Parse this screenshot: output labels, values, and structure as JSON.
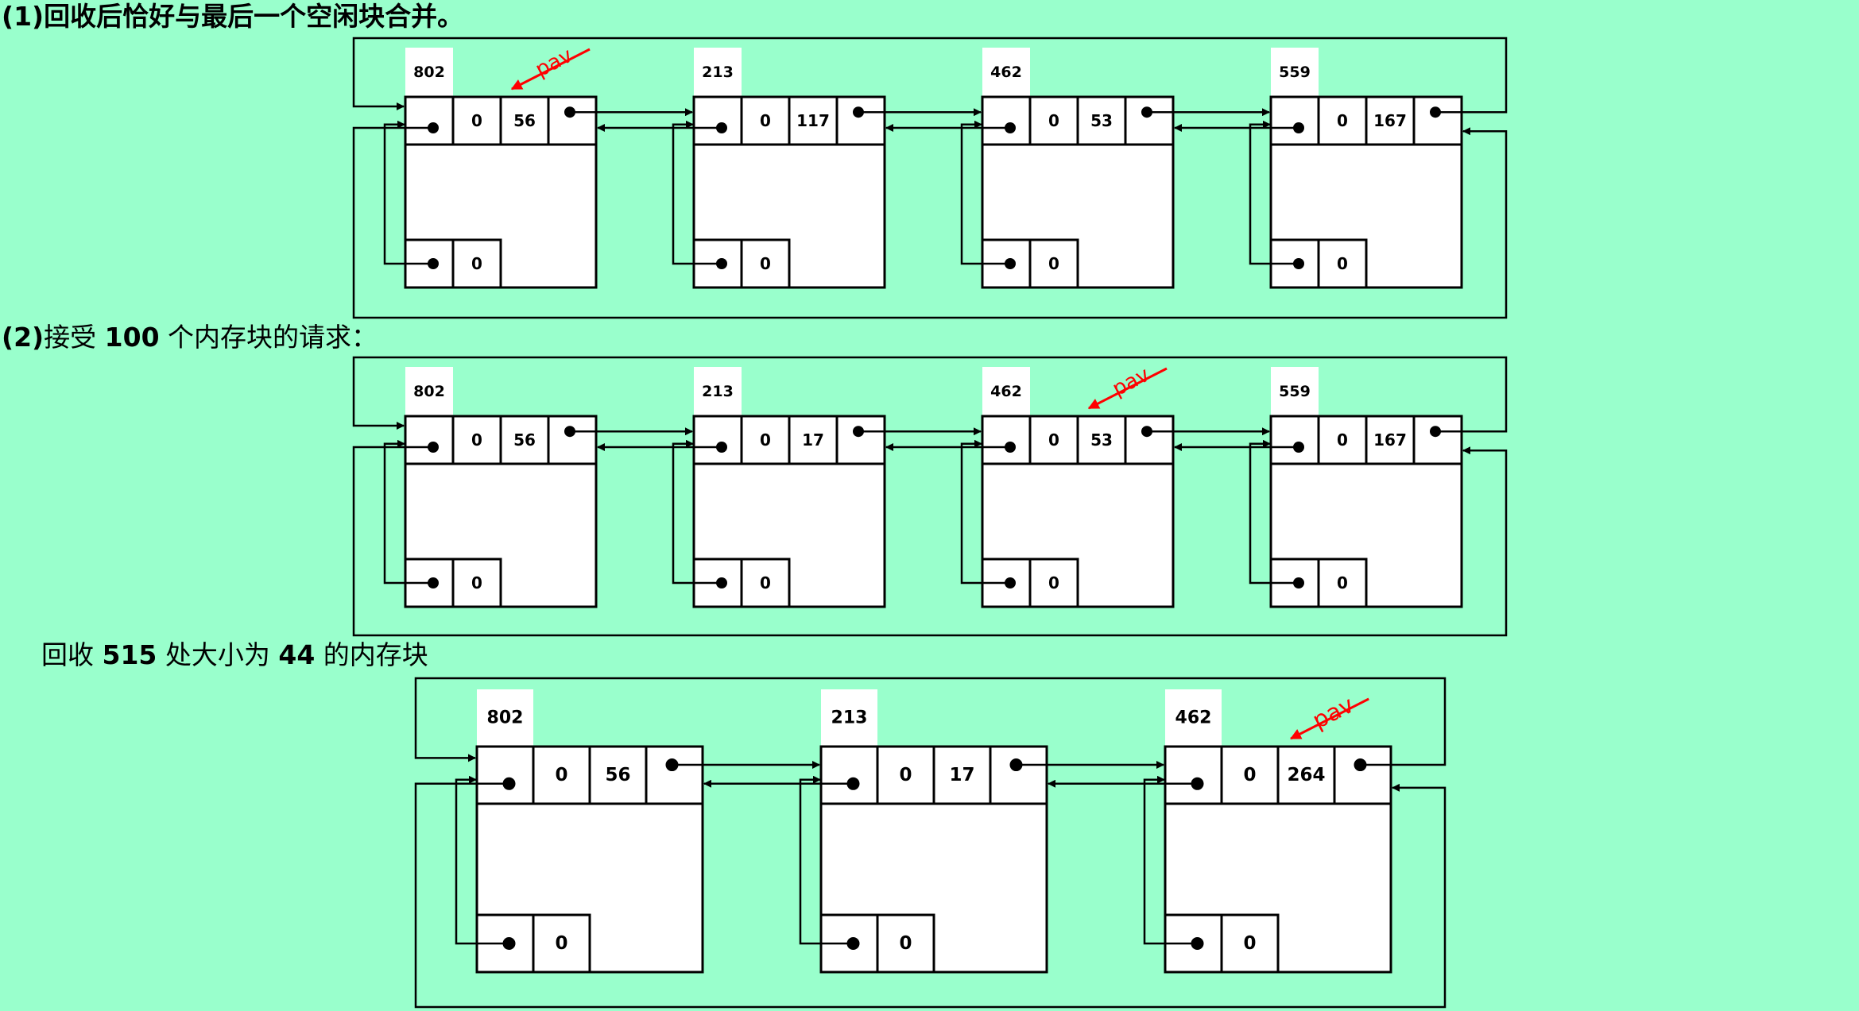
{
  "headings": {
    "step1": "(1)回收后恰好与最后一个空闲块合并。",
    "step2_prefix": "(2)",
    "step2_text_a": "接受 ",
    "step2_num": "100",
    "step2_text_b": " 个内存块的请求：",
    "step3_text_a": "回收 ",
    "step3_num_a": "515",
    "step3_text_b": " 处大小为 ",
    "step3_num_b": "44",
    "step3_text_c": " 的内存块"
  },
  "pointer_label": "pav",
  "colors": {
    "background": "#99FFCC",
    "block_fill": "#FFFFFF",
    "line": "#000000",
    "pav_arrow": "#FF0000"
  },
  "diagrams": [
    {
      "id": "diagram-1",
      "pav_block_index": 0,
      "blocks": [
        {
          "address": "802",
          "tag": "0",
          "size": "56",
          "foot_tag": "0"
        },
        {
          "address": "213",
          "tag": "0",
          "size": "117",
          "foot_tag": "0"
        },
        {
          "address": "462",
          "tag": "0",
          "size": "53",
          "foot_tag": "0"
        },
        {
          "address": "559",
          "tag": "0",
          "size": "167",
          "foot_tag": "0"
        }
      ]
    },
    {
      "id": "diagram-2",
      "pav_block_index": 2,
      "blocks": [
        {
          "address": "802",
          "tag": "0",
          "size": "56",
          "foot_tag": "0"
        },
        {
          "address": "213",
          "tag": "0",
          "size": "17",
          "foot_tag": "0"
        },
        {
          "address": "462",
          "tag": "0",
          "size": "53",
          "foot_tag": "0"
        },
        {
          "address": "559",
          "tag": "0",
          "size": "167",
          "foot_tag": "0"
        }
      ]
    },
    {
      "id": "diagram-3",
      "pav_block_index": 2,
      "blocks": [
        {
          "address": "802",
          "tag": "0",
          "size": "56",
          "foot_tag": "0"
        },
        {
          "address": "213",
          "tag": "0",
          "size": "17",
          "foot_tag": "0"
        },
        {
          "address": "462",
          "tag": "0",
          "size": "264",
          "foot_tag": "0"
        }
      ]
    }
  ]
}
